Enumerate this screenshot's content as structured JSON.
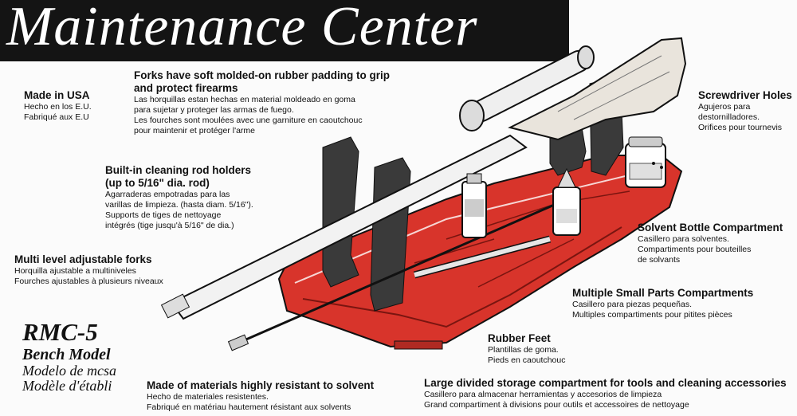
{
  "title": "Maintenance Center",
  "made_in": {
    "en": "Made in USA",
    "es": "Hecho en los E.U.",
    "fr": "Fabriqué aux E.U"
  },
  "forks": {
    "en_1": "Forks have soft molded-on rubber padding to grip",
    "en_2": "and protect firearms",
    "es_1": "Las horquillas estan hechas en material moldeado en goma",
    "es_2": "para sujetar y proteger las armas de fuego.",
    "fr_1": "Les fourches sont moulées avec une garniture en caoutchouc",
    "fr_2": "pour maintenir et protéger l'arme"
  },
  "rod_holders": {
    "en_1": "Built-in cleaning rod holders",
    "en_2": "(up to 5/16\" dia. rod)",
    "es_1": "Agarraderas empotradas para las",
    "es_2": "varillas de limpieza. (hasta diam. 5/16\").",
    "fr_1": "Supports de tiges de nettoyage",
    "fr_2": "intégrés (tige jusqu'à 5/16\" de dia.)"
  },
  "multi_forks": {
    "en": "Multi level adjustable forks",
    "es": "Horquilla ajustable a multiniveles",
    "fr": "Fourches ajustables à plusieurs niveaux"
  },
  "screwdriver": {
    "en": "Screwdriver Holes",
    "es_1": "Agujeros para",
    "es_2": "destornilladores.",
    "fr": "Orifices pour tournevis"
  },
  "solvent_bottle": {
    "en": "Solvent Bottle Compartment",
    "es": "Casillero para solventes.",
    "fr_1": "Compartiments pour bouteilles",
    "fr_2": "de solvants"
  },
  "small_parts": {
    "en": "Multiple Small Parts Compartments",
    "es": "Casillero para piezas pequeñas.",
    "fr": "Multiples compartiments pour pitites pièces"
  },
  "rubber_feet": {
    "en": "Rubber Feet",
    "es": "Plantillas de goma.",
    "fr": "Pieds en caoutchouc"
  },
  "resistant": {
    "en": "Made of materials highly resistant to solvent",
    "es": "Hecho de materiales resistentes.",
    "fr": "Fabriqué en matériau hautement résistant aux solvents"
  },
  "storage": {
    "en": "Large divided storage compartment for tools and cleaning accessories",
    "es": "Casillero para almacenar herramientas y accesorios de limpieza",
    "fr": "Grand compartiment à divisions pour outils et accessoires de nettoyage"
  },
  "model": {
    "code": "RMC-5",
    "en": "Bench Model",
    "es": "Modelo de mcsa",
    "fr": "Modèle d'établi"
  },
  "colors": {
    "tray": "#d8342b",
    "banner": "#141414"
  }
}
